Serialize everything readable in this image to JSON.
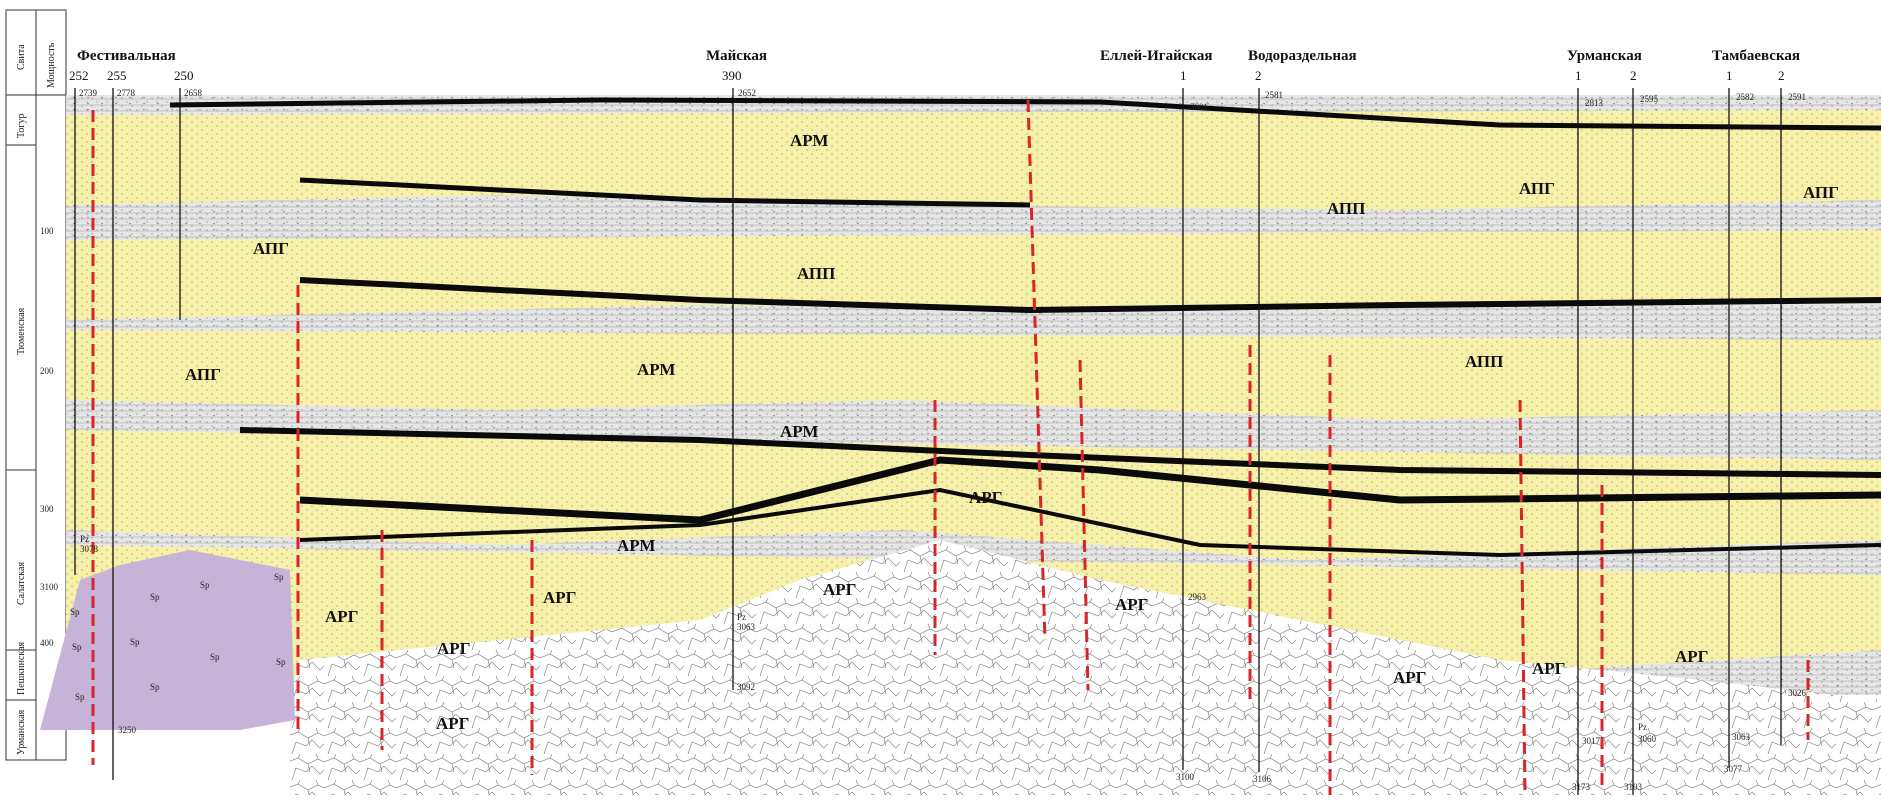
{
  "header": {
    "suite_label": "Свита",
    "thickness_label": "Мощность"
  },
  "depth_ticks": [
    "100",
    "200",
    "300",
    "400"
  ],
  "formations": [
    "Тогур",
    "Тюменская",
    "Салатская",
    "Пешкинская",
    "Урманская"
  ],
  "fields": [
    {
      "name": "Фестивальная"
    },
    {
      "name": "Майская"
    },
    {
      "name": "Еллей-Игайская"
    },
    {
      "name": "Водораздельная"
    },
    {
      "name": "Урманская"
    },
    {
      "name": "Тамбаевская"
    }
  ],
  "wells": [
    {
      "no": "252",
      "top": "2739",
      "bottom": "3100"
    },
    {
      "no": "255",
      "top": "2778",
      "bottom": "3250"
    },
    {
      "no": "250",
      "top": "2658",
      "bottom": ""
    },
    {
      "no": "390",
      "top": "2652",
      "bottom": "3092"
    },
    {
      "no": "1",
      "top": "2601",
      "bottom": "3100"
    },
    {
      "no": "2",
      "top": "2581",
      "bottom": "3106"
    },
    {
      "no": "1",
      "top": "2813",
      "bottom": "3173"
    },
    {
      "no": "2",
      "top": "2595",
      "bottom": "3103"
    },
    {
      "no": "1",
      "top": "2582",
      "bottom": "3077"
    },
    {
      "no": "2",
      "top": "2591",
      "bottom": "3026"
    }
  ],
  "extra_depths": [
    "3078",
    "3063",
    "2963",
    "3017",
    "3060",
    "3063"
  ],
  "pz_label": "Pz",
  "sp_label": "Sp",
  "facies": {
    "arm": "АРМ",
    "app": "АПП",
    "apg": "АПГ",
    "arg": "АРГ"
  },
  "colors": {
    "sand": "#f7f0a8",
    "clay": "#c9c9c9",
    "coal": "#0a0a0a",
    "basement": "#c6b3d8",
    "fault": "#d9242a"
  }
}
